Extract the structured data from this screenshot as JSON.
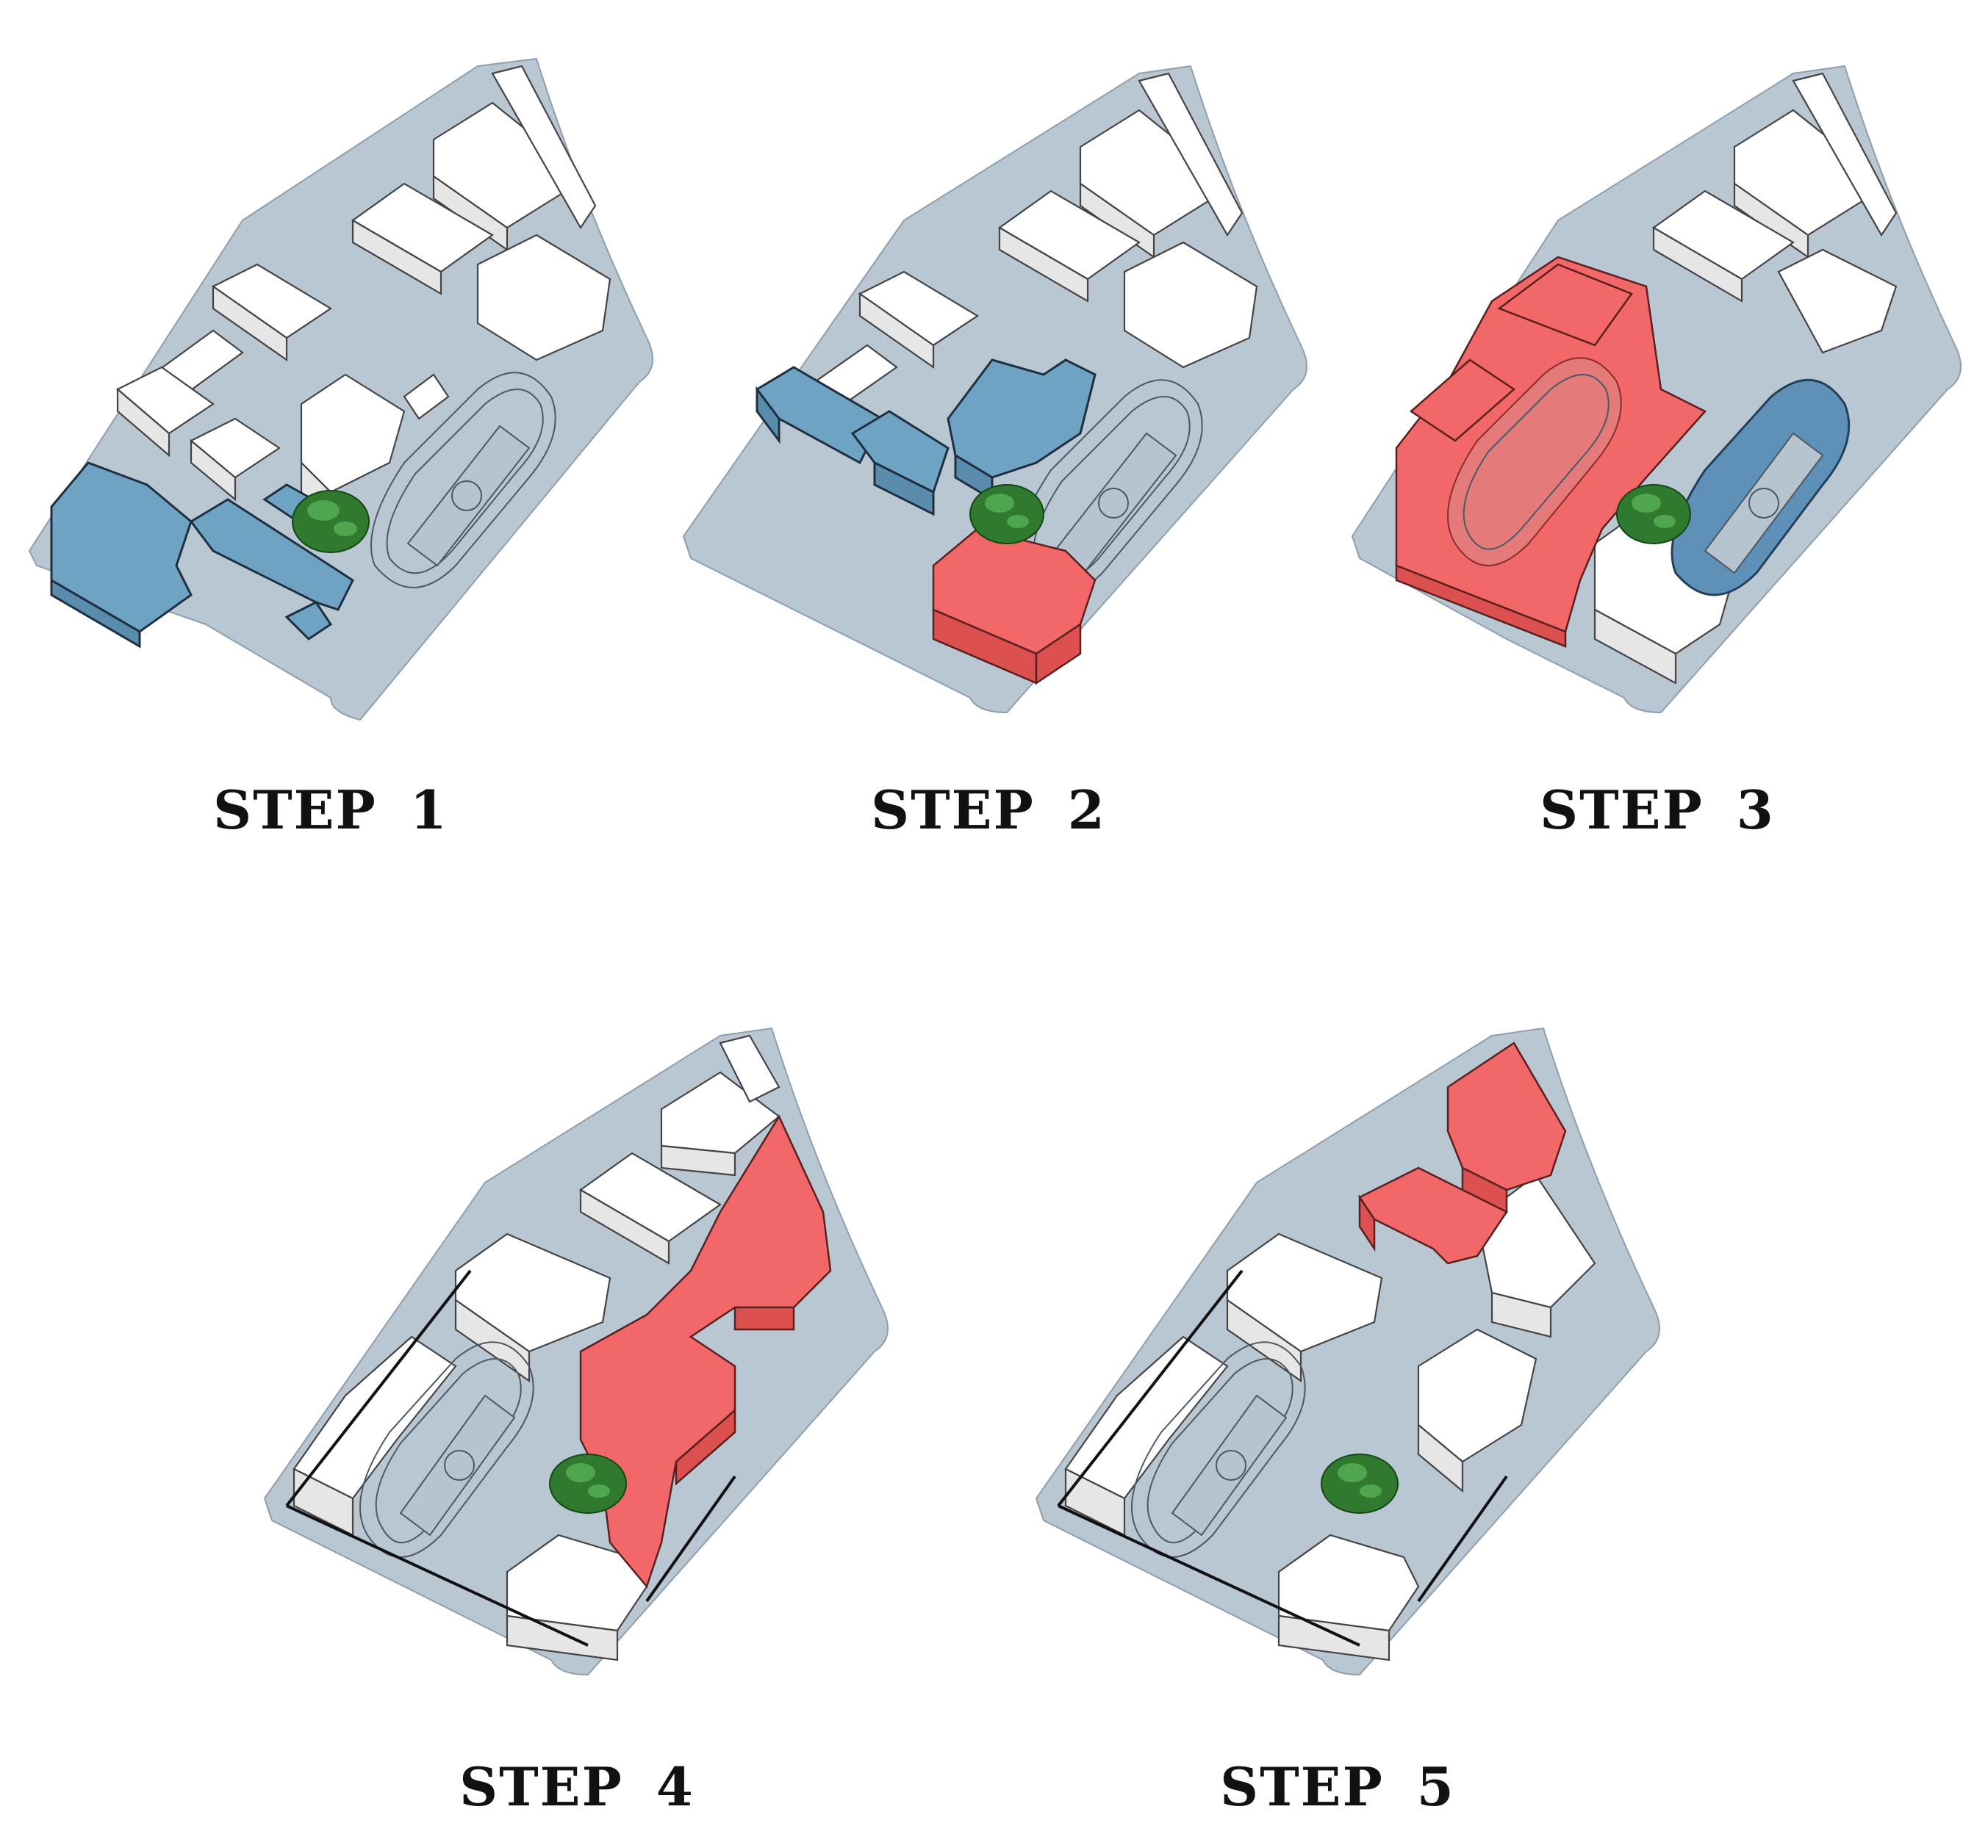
{
  "steps": [
    {
      "label": "STEP 1"
    },
    {
      "label": "STEP 2"
    },
    {
      "label": "STEP 3"
    },
    {
      "label": "STEP 4"
    },
    {
      "label": "STEP 5"
    }
  ],
  "colors": {
    "site": "#b9c7d3",
    "existing": "#ffffff",
    "highlight_blue": "#6fa3c4",
    "highlight_red": "#f26767",
    "tree": "#2f7a2f"
  }
}
